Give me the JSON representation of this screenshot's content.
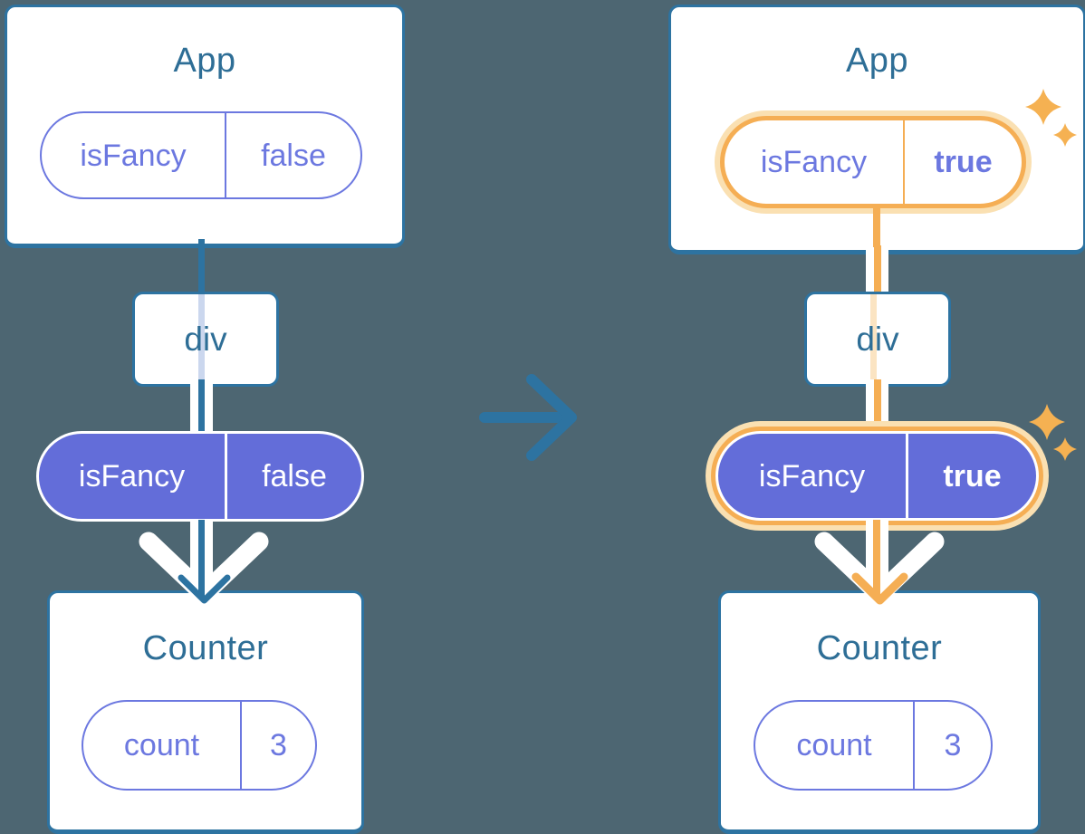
{
  "before": {
    "app": {
      "title": "App",
      "prop_name": "isFancy",
      "prop_value": "false"
    },
    "div_label": "div",
    "passed_prop": {
      "name": "isFancy",
      "value": "false"
    },
    "counter": {
      "title": "Counter",
      "state_name": "count",
      "state_value": "3"
    }
  },
  "after": {
    "app": {
      "title": "App",
      "prop_name": "isFancy",
      "prop_value": "true"
    },
    "div_label": "div",
    "passed_prop": {
      "name": "isFancy",
      "value": "true"
    },
    "counter": {
      "title": "Counter",
      "state_name": "count",
      "state_value": "3"
    }
  },
  "icons": {
    "transition_arrow": "right-arrow",
    "highlight": "sparkles"
  },
  "colors": {
    "background": "#4D6672",
    "card_border": "#2D73A1",
    "title_text": "#2E6E96",
    "purple_outline": "#6C78E0",
    "purple_fill": "#636DD9",
    "highlight_orange": "#F5AE54",
    "highlight_glow": "#FAE0B2",
    "pass_line_blue": "#CBD7EE",
    "pass_line_orange": "#FBE4C2",
    "white": "#FFFFFF"
  }
}
